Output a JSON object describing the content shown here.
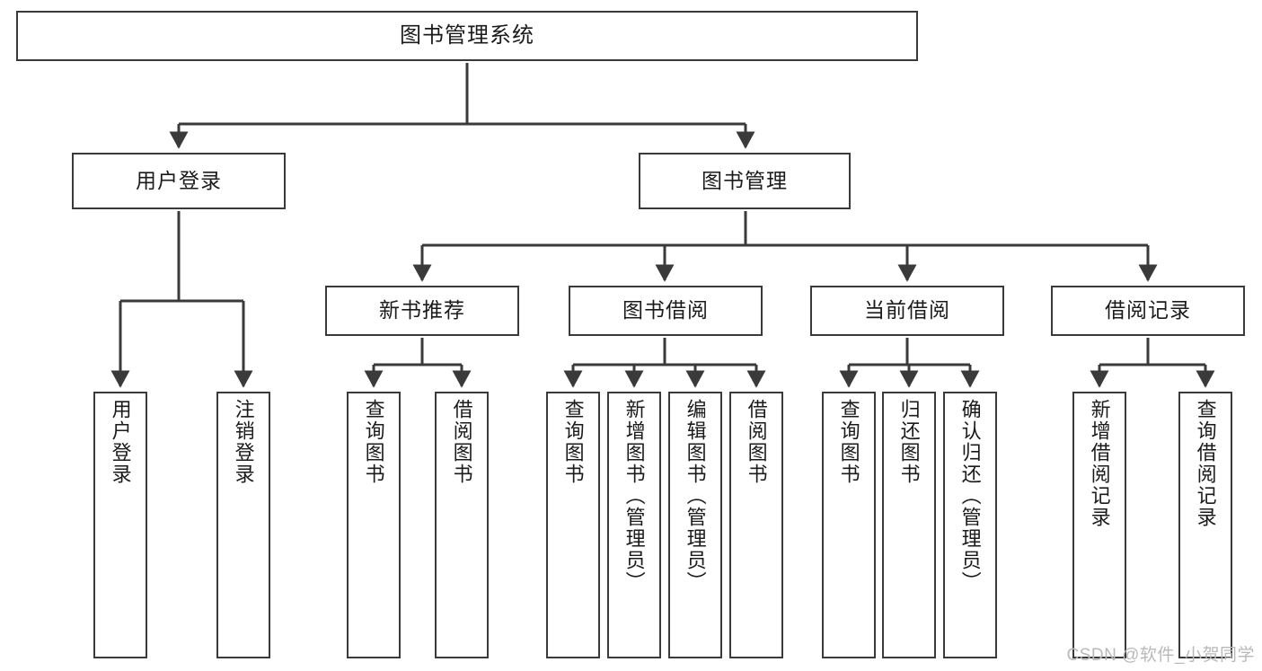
{
  "diagram": {
    "title": "图书管理系统",
    "type": "tree-hierarchy",
    "watermark": "CSDN @软件_小贺同学",
    "colors": {
      "stroke": "#3a3a3a",
      "fill": "#ffffff",
      "text": "#1b1b1b",
      "watermark": "#b9b9b9"
    },
    "nodes": {
      "root": {
        "label": "图书管理系统"
      },
      "level1": [
        {
          "id": "user-login",
          "label": "用户登录"
        },
        {
          "id": "book-manage",
          "label": "图书管理"
        }
      ],
      "level2": [
        {
          "id": "new-book-recommend",
          "label": "新书推荐"
        },
        {
          "id": "book-borrow",
          "label": "图书借阅"
        },
        {
          "id": "current-borrow",
          "label": "当前借阅"
        },
        {
          "id": "borrow-record",
          "label": "借阅记录"
        }
      ],
      "leaves": {
        "user_login": [
          {
            "id": "leaf-user-login",
            "label": "用户登录"
          },
          {
            "id": "leaf-logout",
            "label": "注销登录"
          }
        ],
        "new_book_recommend": [
          {
            "id": "leaf-query-book-1",
            "label": "查询图书"
          },
          {
            "id": "leaf-borrow-book-1",
            "label": "借阅图书"
          }
        ],
        "book_borrow": [
          {
            "id": "leaf-query-book-2",
            "label": "查询图书"
          },
          {
            "id": "leaf-add-book",
            "label": "新增图书（管理员）"
          },
          {
            "id": "leaf-edit-book",
            "label": "编辑图书（管理员）"
          },
          {
            "id": "leaf-borrow-book-2",
            "label": "借阅图书"
          }
        ],
        "current_borrow": [
          {
            "id": "leaf-query-book-3",
            "label": "查询图书"
          },
          {
            "id": "leaf-return-book",
            "label": "归还图书"
          },
          {
            "id": "leaf-confirm-return",
            "label": "确认归还（管理员）"
          }
        ],
        "borrow_record": [
          {
            "id": "leaf-add-record",
            "label": "新增借阅记录"
          },
          {
            "id": "leaf-query-record",
            "label": "查询借阅记录"
          }
        ]
      }
    }
  }
}
